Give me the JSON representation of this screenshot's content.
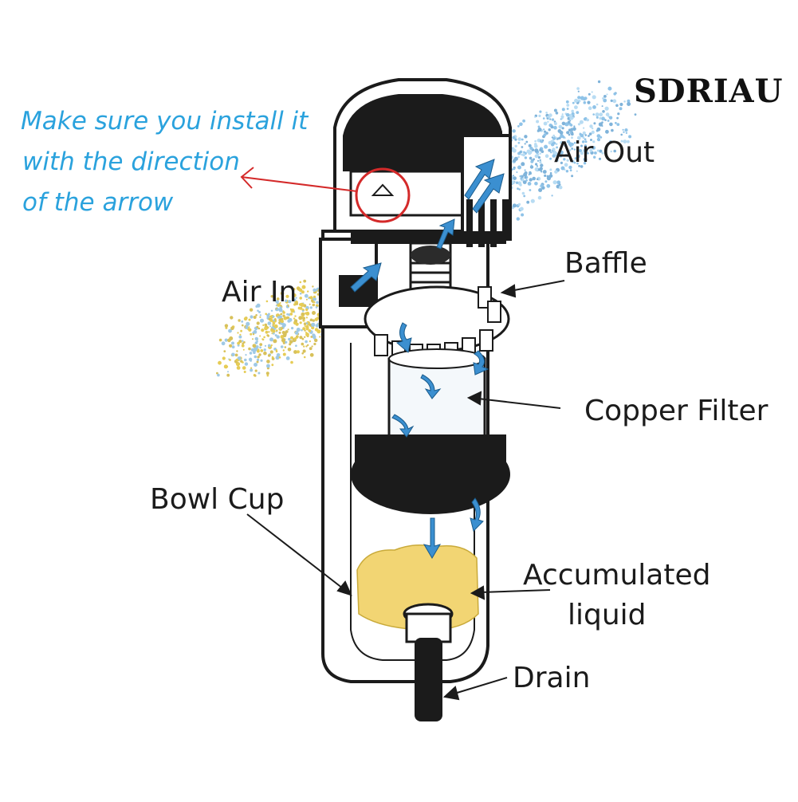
{
  "brand": "SDRIAU",
  "note": {
    "lines": [
      "Make sure you install it",
      "with the direction",
      "of the arrow"
    ]
  },
  "labels": {
    "air_out": "Air Out",
    "air_in": "Air In",
    "baffle": "Baffle",
    "copper_filter": "Copper Filter",
    "bowl_cup": "Bowl Cup",
    "accumulated_liquid_line1": "Accumulated",
    "accumulated_liquid_line2": "liquid",
    "drain": "Drain"
  },
  "colors": {
    "note_text": "#2aa2dd",
    "flow_arrow": "#3b8fd0",
    "highlight_circle": "#d42a2a",
    "liquid": "#f2d573",
    "air_particles_in": "#e6cc55",
    "air_particles_out": "#8fc3e8",
    "outline": "#1b1b1b"
  }
}
